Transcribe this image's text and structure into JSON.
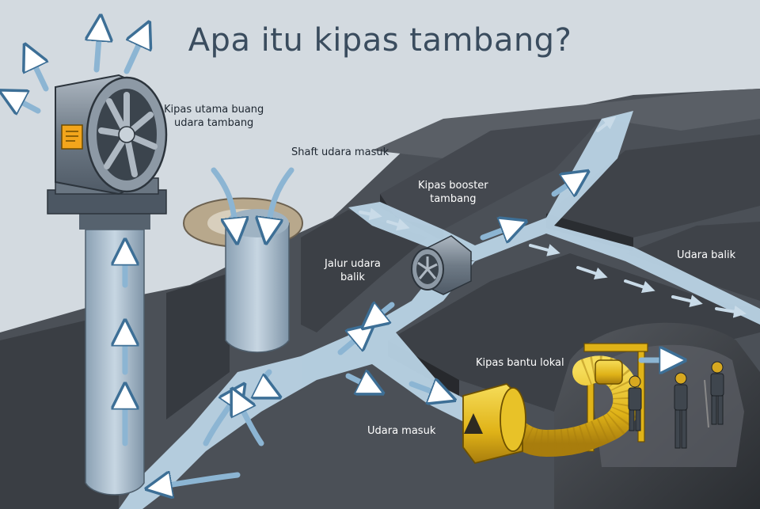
{
  "title": "Apa itu kipas tambang?",
  "labels": {
    "main_fan": "Kipas utama buang\nudara tambang",
    "intake_shaft": "Shaft udara masuk",
    "booster_fan": "Kipas booster\ntambang",
    "return_path": "Jalur udara\nbalik",
    "return_air": "Udara balik",
    "aux_fan": "Kipas bantu lokal",
    "intake_air": "Udara masuk"
  },
  "colors": {
    "sky": "#d3dae0",
    "rock_top": "#4a4f56",
    "rock_face": "#2f3338",
    "airflow": "#b7d3e6",
    "arrow": "#5b8fb8",
    "fan_body": "#7e8a96",
    "aux_fan": "#e6bf1f",
    "warning": "#f2a51c"
  },
  "icons": [
    "main-exhaust-fan-icon",
    "booster-fan-icon",
    "auxiliary-fan-icon",
    "miner-icon",
    "warning-sign-icon"
  ]
}
